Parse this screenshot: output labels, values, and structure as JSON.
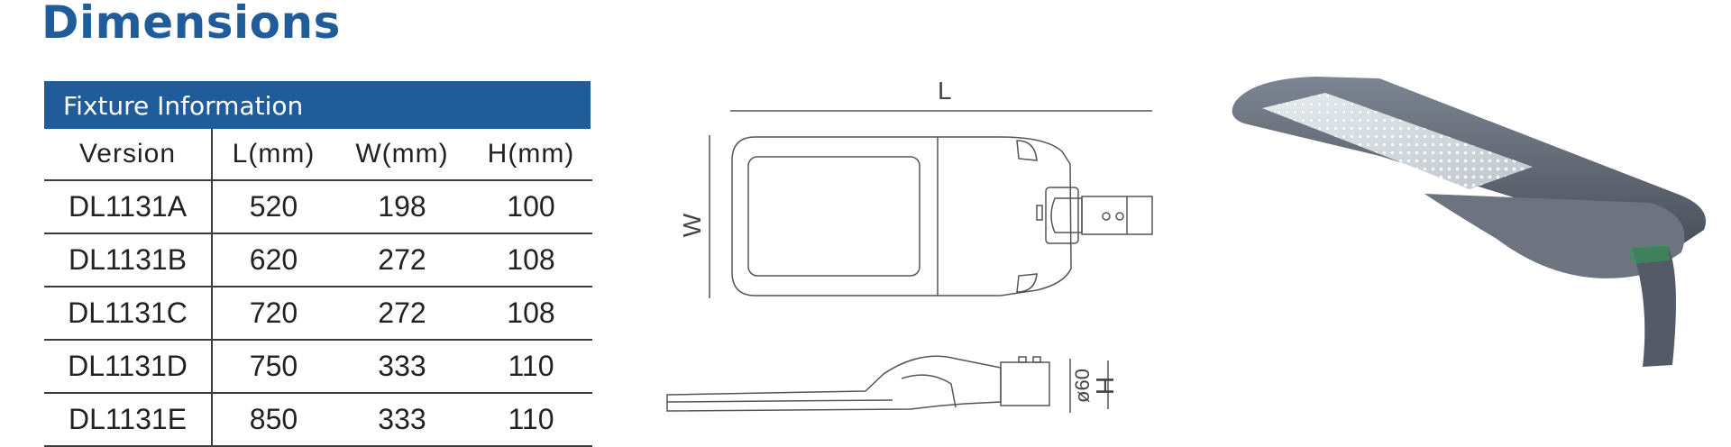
{
  "title": "Dimensions",
  "table": {
    "header": "Fixture Information",
    "columns": [
      "Version",
      "L(mm)",
      "W(mm)",
      "H(mm)"
    ],
    "rows": [
      [
        "DL1131A",
        "520",
        "198",
        "100"
      ],
      [
        "DL1131B",
        "620",
        "272",
        "108"
      ],
      [
        "DL1131C",
        "720",
        "272",
        "108"
      ],
      [
        "DL1131D",
        "750",
        "333",
        "110"
      ],
      [
        "DL1131E",
        "850",
        "333",
        "110"
      ]
    ]
  },
  "drawing": {
    "label_l": "L",
    "label_w": "W",
    "label_h": "H",
    "label_dia": "ø60"
  }
}
